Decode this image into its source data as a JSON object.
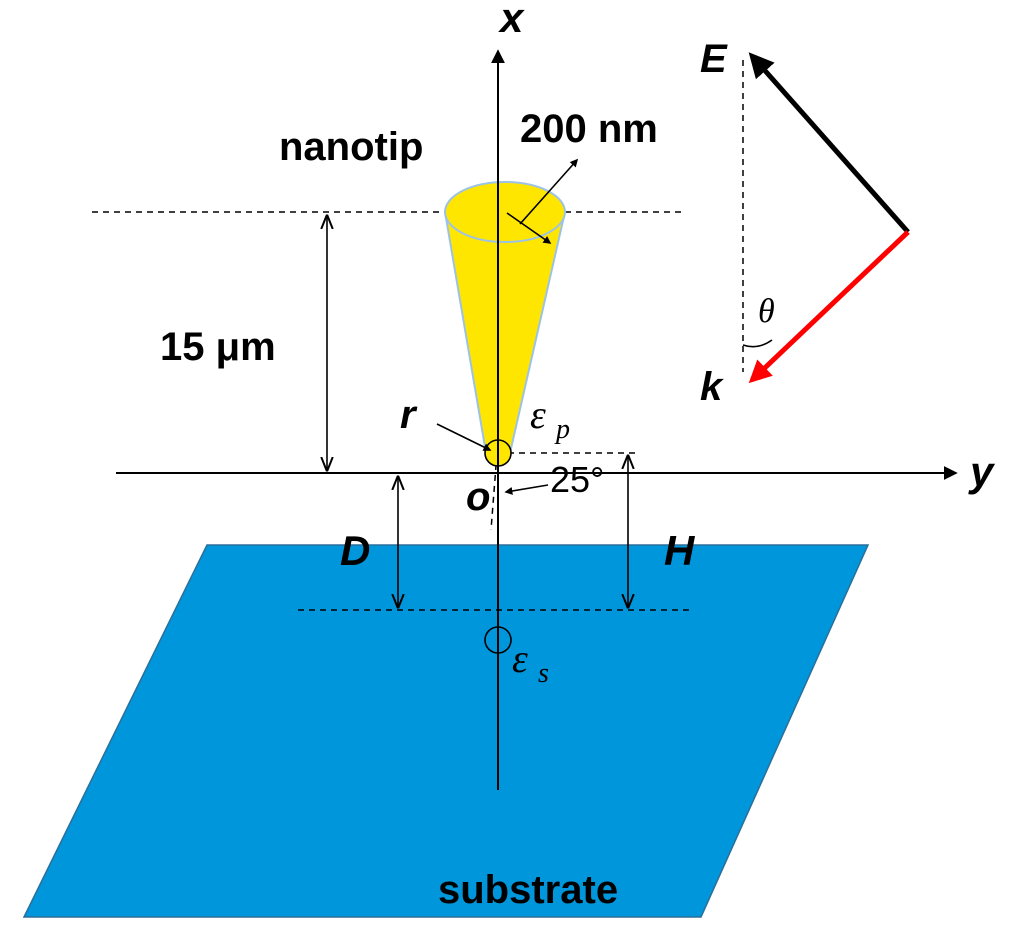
{
  "labels": {
    "x_axis": "x",
    "y_axis": "y",
    "origin": "o",
    "nanotip": "nanotip",
    "tip_diameter": "200 nm",
    "tip_length": "15 μm",
    "tip_radius": "r",
    "eps_p_symbol": "ε",
    "eps_p_sub": "p",
    "angle": "25°",
    "D": "D",
    "H": "H",
    "eps_s_symbol": "ε",
    "eps_s_sub": "s",
    "substrate": "substrate",
    "E": "E",
    "k": "k",
    "theta": "θ"
  },
  "colors": {
    "substrate": "#0096dc",
    "nanotip": "#ffe600",
    "tip_outline": "#9cc3e6",
    "k_vector": "#ff0000",
    "E_vector": "#000000"
  }
}
